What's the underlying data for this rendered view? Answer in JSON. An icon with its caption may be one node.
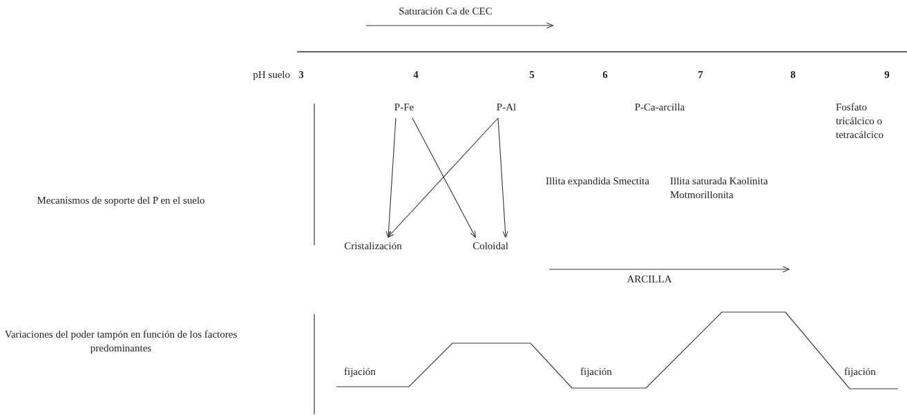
{
  "diagram": {
    "nodes": [
      {
        "text": [
          "P-Fe"
        ]
      },
      {
        "text": [
          "P-Al"
        ]
      },
      {
        "text": [
          "Cristalización"
        ]
      },
      {
        "text": [
          "Coloidal"
        ]
      },
      {
        "text": [
          "P-Ca-arcilla"
        ]
      },
      {
        "text": [
          "Fosfato tricálcico o tetracálcico"
        ]
      }
    ],
    "edges": [
      {
        "from": 0,
        "to": 2,
        "arrow": "to"
      },
      {
        "from": 0,
        "to": 3,
        "arrow": "to"
      },
      {
        "from": 1,
        "to": 2,
        "arrow": "to"
      },
      {
        "from": 1,
        "to": 3,
        "arrow": "to"
      }
    ],
    "labels": [
      "Saturación Ca de CEC",
      "pH suelo",
      "3",
      "4",
      "5",
      "6",
      "7",
      "8",
      "9",
      "Mecanismos de soporte del P en el suelo",
      "Illita expandida Smectita",
      "Illita saturada Kaolinita Motmorillonita",
      "ARCILLA",
      "Variaciones del poder tampón en función de los factores predominantes",
      "fijación",
      "fijación",
      "fijación"
    ]
  }
}
